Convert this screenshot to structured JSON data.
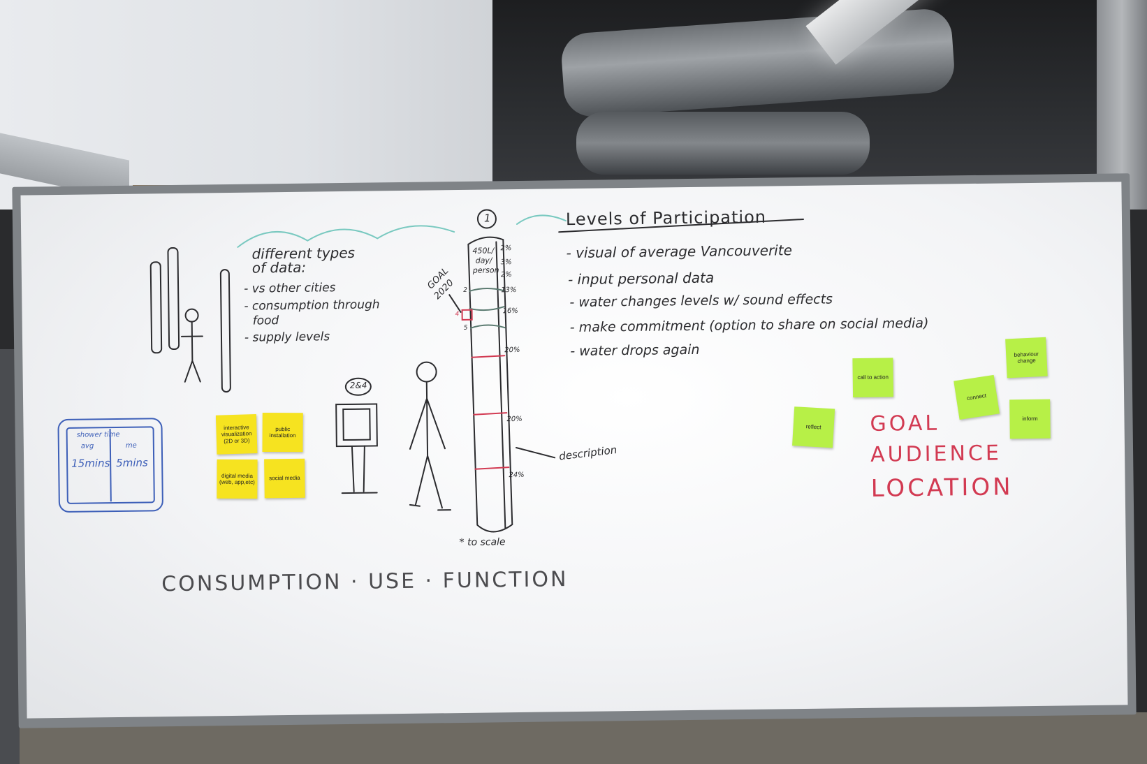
{
  "colors": {
    "board": "#f3f4f6",
    "ink": "#2b2b2e",
    "red_ink": "#d23a52",
    "blue_ink": "#3d5fb8",
    "teal_ink": "#79c9c0",
    "sticky_yellow": "#f6e320",
    "sticky_green": "#b7f047"
  },
  "whiteboard": {
    "types_heading": [
      "different types",
      "of data:"
    ],
    "types_list": [
      "- vs other cities",
      "- consumption through",
      "food",
      "- supply levels"
    ],
    "shower_sketch": {
      "header": "shower time",
      "col_left": "avg",
      "col_right": "me",
      "val_left": "15mins",
      "val_right": "5mins"
    },
    "kiosk_label": "2&4",
    "tube_number": "1",
    "goal_label": [
      "GOAL",
      "2020"
    ],
    "tube_header": [
      "450L/",
      "day/",
      "person"
    ],
    "tube_percents": [
      "2%",
      "3%",
      "2%",
      "13%",
      "16%",
      "20%",
      "20%",
      "24%"
    ],
    "tube_markers": [
      "2",
      "4",
      "5"
    ],
    "to_scale": "* to scale",
    "description": "description",
    "participation_title": "Levels of Participation",
    "participation_list": [
      "- visual of average Vancouverite",
      "- input personal data",
      "- water changes levels w/ sound effects",
      "- make commitment (option to share on social media)",
      "- water drops again"
    ],
    "bottom_line": "CONSUMPTION · USE · FUNCTION",
    "red_words": [
      "GOAL",
      "AUDIENCE",
      "LOCATION"
    ]
  },
  "sticky_yellow": [
    "interactive visualization (2D or 3D)",
    "public installation",
    "digital media (web, app,etc)",
    "social media"
  ],
  "sticky_green": [
    "call to action",
    "behaviour change",
    "connect",
    "reflect",
    "inform"
  ]
}
